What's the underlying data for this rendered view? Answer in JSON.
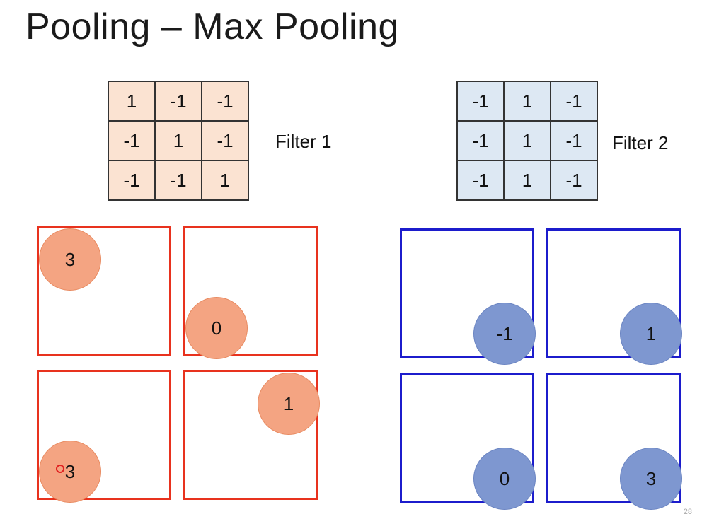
{
  "slide": {
    "title": "Pooling – Max Pooling",
    "page_number": "28"
  },
  "filter1": {
    "label": "Filter 1",
    "color": "#fbe3d2",
    "matrix": [
      [
        "1",
        "-1",
        "-1"
      ],
      [
        "-1",
        "1",
        "-1"
      ],
      [
        "-1",
        "-1",
        "1"
      ]
    ]
  },
  "filter2": {
    "label": "Filter 2",
    "color": "#dde8f3",
    "matrix": [
      [
        "-1",
        "1",
        "-1"
      ],
      [
        "-1",
        "1",
        "-1"
      ],
      [
        "-1",
        "1",
        "-1"
      ]
    ]
  },
  "pooling1": {
    "border_color": "#e8321e",
    "circle_color": "#f4a482",
    "values": [
      "3",
      "0",
      "3",
      "1"
    ]
  },
  "pooling2": {
    "border_color": "#1c1ccc",
    "circle_color": "#7e97d0",
    "values": [
      "-1",
      "1",
      "0",
      "3"
    ]
  }
}
